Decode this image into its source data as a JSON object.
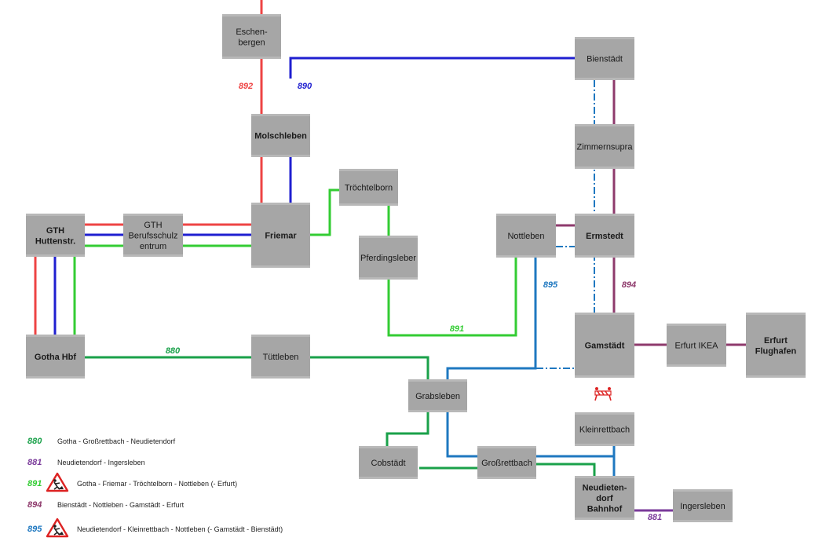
{
  "colors": {
    "880": "#1aa14a",
    "881": "#7a3a9a",
    "890": "#1f1fd0",
    "891": "#33cc33",
    "892": "#ee4444",
    "894": "#8e3a6c",
    "895": "#1f78c0"
  },
  "stops": {
    "eschenbergen": [
      "Eschen-",
      "bergen"
    ],
    "bienstaedt": [
      "Bienstädt"
    ],
    "molschleben": [
      "Molschleben"
    ],
    "zimmernsupra": [
      "Zimmernsupra"
    ],
    "troechtelborn": [
      "Tröchtelborn"
    ],
    "gth_huttenstr": [
      "GTH",
      "Huttenstr."
    ],
    "gth_berufsschulzentrum": [
      "GTH",
      "Berufsschulz",
      "entrum"
    ],
    "friemar": [
      "Friemar"
    ],
    "pferdingsleber": [
      "Pferdingsleber"
    ],
    "nottleben": [
      "Nottleben"
    ],
    "ermstedt": [
      "Ermstedt"
    ],
    "gamstaedt": [
      "Gamstädt"
    ],
    "erfurt_ikea": [
      "Erfurt IKEA"
    ],
    "erfurt_flughafen": [
      "Erfurt",
      "Flughafen"
    ],
    "gotha_hbf": [
      "Gotha Hbf"
    ],
    "tuettleben": [
      "Tüttleben"
    ],
    "grabsleben": [
      "Grabsleben"
    ],
    "kleinrettbach": [
      "Kleinrettbach"
    ],
    "cobstaedt": [
      "Cobstädt"
    ],
    "grossrettbach": [
      "Großrettbach"
    ],
    "neudietendorf_bahnhof": [
      "Neudieten-",
      "dorf",
      "Bahnhof"
    ],
    "ingersleben": [
      "Ingersleben"
    ]
  },
  "route_labels": {
    "892": "892",
    "890": "890",
    "895": "895",
    "894": "894",
    "891": "891",
    "880": "880",
    "881": "881"
  },
  "legend": [
    {
      "num": "880",
      "text": "Gotha - Großrettbach - Neudietendorf",
      "construction": false
    },
    {
      "num": "881",
      "text": "Neudietendorf - Ingersleben",
      "construction": false
    },
    {
      "num": "891",
      "text": "Gotha - Friemar - Tröchtelborn - Nottleben (- Erfurt)",
      "construction": true
    },
    {
      "num": "894",
      "text": "Bienstädt - Nottleben - Gamstädt - Erfurt",
      "construction": false
    },
    {
      "num": "895",
      "text": "Neudietendorf - Kleinrettbach - Nottleben (- Gamstädt - Bienstädt)",
      "construction": true
    }
  ],
  "icons": {
    "construction": "construction-sign-icon",
    "barrier": "road-barrier-icon"
  }
}
